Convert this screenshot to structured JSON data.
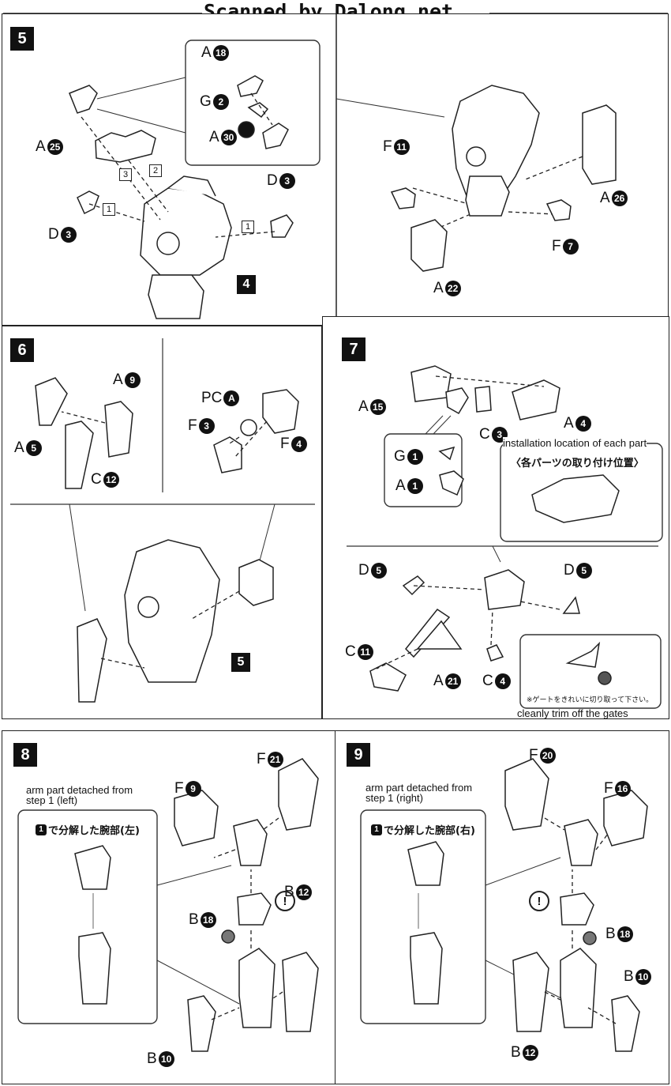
{
  "header": {
    "watermark": "Scanned by Dalong.net"
  },
  "steps": {
    "s5": {
      "num": "5"
    },
    "s6": {
      "num": "6"
    },
    "s7": {
      "num": "7"
    },
    "s8": {
      "num": "8"
    },
    "s9": {
      "num": "9"
    }
  },
  "labels": {
    "s5": [
      {
        "l": "A",
        "n": "18"
      },
      {
        "l": "G",
        "n": "2"
      },
      {
        "l": "A",
        "n": "30"
      },
      {
        "l": "A",
        "n": "25"
      },
      {
        "l": "D",
        "n": "3"
      },
      {
        "l": "D",
        "n": "3"
      },
      {
        "l": "F",
        "n": "11"
      },
      {
        "l": "A",
        "n": "26"
      },
      {
        "l": "F",
        "n": "7"
      },
      {
        "l": "A",
        "n": "22"
      }
    ],
    "s5_square": "4",
    "s5_boxes": [
      "3",
      "2",
      "1",
      "1"
    ],
    "s6": [
      {
        "l": "A",
        "n": "9"
      },
      {
        "l": "A",
        "n": "5"
      },
      {
        "l": "C",
        "n": "12"
      },
      {
        "l": "PC",
        "n": "A"
      },
      {
        "l": "F",
        "n": "3"
      },
      {
        "l": "F",
        "n": "4"
      }
    ],
    "s6_square": "5",
    "s7": [
      {
        "l": "A",
        "n": "15"
      },
      {
        "l": "C",
        "n": "3"
      },
      {
        "l": "A",
        "n": "4"
      },
      {
        "l": "G",
        "n": "1"
      },
      {
        "l": "A",
        "n": "1"
      },
      {
        "l": "D",
        "n": "5"
      },
      {
        "l": "D",
        "n": "5"
      },
      {
        "l": "C",
        "n": "11"
      },
      {
        "l": "A",
        "n": "21"
      },
      {
        "l": "C",
        "n": "4"
      }
    ],
    "s8": [
      {
        "l": "F",
        "n": "21"
      },
      {
        "l": "F",
        "n": "9"
      },
      {
        "l": "B",
        "n": "18"
      },
      {
        "l": "B",
        "n": "12"
      },
      {
        "l": "B",
        "n": "10"
      }
    ],
    "s9": [
      {
        "l": "F",
        "n": "20"
      },
      {
        "l": "F",
        "n": "16"
      },
      {
        "l": "B",
        "n": "18"
      },
      {
        "l": "B",
        "n": "10"
      },
      {
        "l": "B",
        "n": "12"
      }
    ]
  },
  "notes": {
    "install_en": "installation location of each part",
    "install_jp": "〈各パーツの取り付け位置〉",
    "gate_jp": "※ゲートをきれいに切り取って下さい。",
    "gate_en": "cleanly trim off the gates",
    "arm_left_en": "arm part detached from step 1 (left)",
    "arm_left_jp_num": "1",
    "arm_left_jp": "で分解した腕部(左)",
    "arm_right_en": "arm part detached from step 1 (right)",
    "arm_right_jp_num": "1",
    "arm_right_jp": "で分解した腕部(右)",
    "caution": "!"
  }
}
